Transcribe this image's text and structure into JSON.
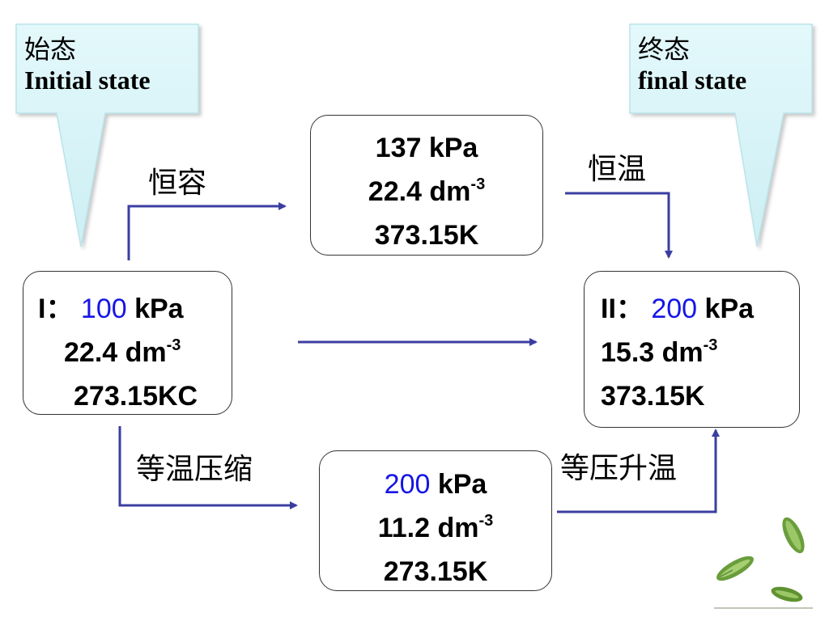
{
  "initial_callout": {
    "zh": "始态",
    "en": "Initial state"
  },
  "final_callout": {
    "zh": "终态",
    "en": "final state"
  },
  "state_I": {
    "label": "I：",
    "pressure_value": "100",
    "pressure_unit": " kPa",
    "volume": "22.4 dm",
    "volume_exp": "-3",
    "temperature": "273.15KC"
  },
  "state_II": {
    "label": "II：",
    "pressure_value": "200",
    "pressure_unit": " kPa",
    "volume": "15.3 dm",
    "volume_exp": "-3",
    "temperature": "373.15K"
  },
  "state_upper": {
    "pressure": "137 kPa",
    "volume": "22.4 dm",
    "volume_exp": "-3",
    "temperature": "373.15K"
  },
  "state_lower": {
    "pressure_value": "200",
    "pressure_unit": " kPa",
    "volume": "11.2 dm",
    "volume_exp": "-3",
    "temperature": "273.15K"
  },
  "process_labels": {
    "constant_volume": "恒容",
    "constant_temperature": "恒温",
    "isothermal_compression": "等温压缩",
    "isobaric_heating": "等压升温"
  },
  "colors": {
    "arrow": "#3b3ea0",
    "highlight": "#1515e8",
    "callout_fill": "#dbf6f9",
    "callout_stroke": "#b9e4ea"
  }
}
